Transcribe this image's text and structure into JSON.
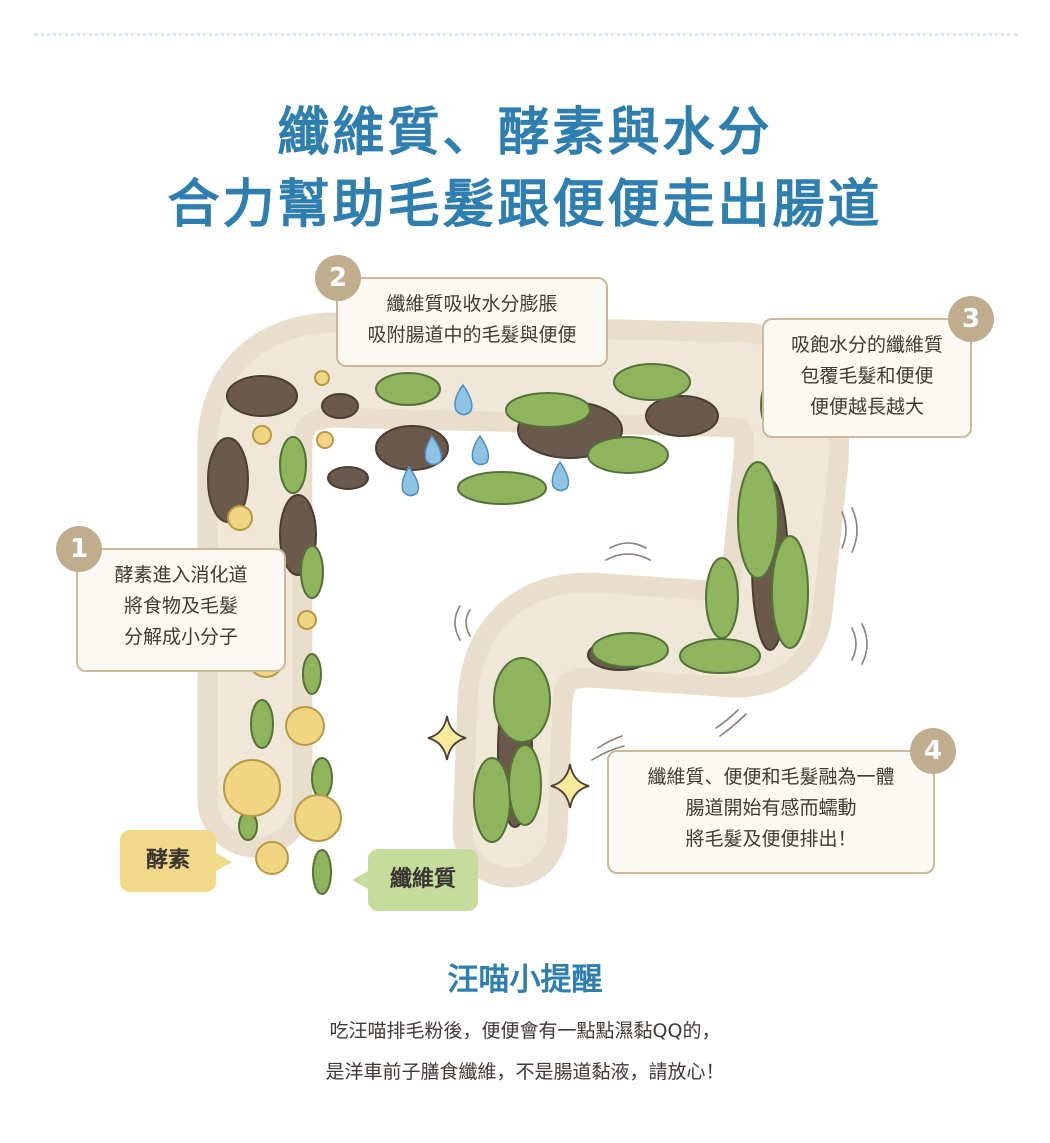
{
  "title": {
    "line1": "纖維質、酵素與水分",
    "line2": "合力幫助毛髮跟便便走出腸道"
  },
  "steps": [
    {
      "number": "1",
      "lines": [
        "酵素進入消化道",
        "將食物及毛髮",
        "分解成小分子"
      ]
    },
    {
      "number": "2",
      "lines": [
        "纖維質吸收水分膨脹",
        "吸附腸道中的毛髮與便便"
      ]
    },
    {
      "number": "3",
      "lines": [
        "吸飽水分的纖維質",
        "包覆毛髮和便便",
        "便便越長越大"
      ]
    },
    {
      "number": "4",
      "lines": [
        "纖維質、便便和毛髮融為一體",
        "腸道開始有感而蠕動",
        "將毛髮及便便排出！"
      ]
    }
  ],
  "tags": {
    "enzyme": "酵素",
    "fiber": "纖維質"
  },
  "tip": {
    "title": "汪喵小提醒",
    "line1": "吃汪喵排毛粉後，便便會有一點點濕黏QQ的，",
    "line2": "是洋車前子膳食纖維，不是腸道黏液，請放心！"
  },
  "colors": {
    "title": "#2e7fb0",
    "intestine": "#e6dbc7",
    "callout_border": "#cbb999",
    "badge": "#bfad8e",
    "fiber": "#8fb55c",
    "poop": "#6b5a4b",
    "enzyme": "#f0d583",
    "water": "#8ec3e4"
  }
}
